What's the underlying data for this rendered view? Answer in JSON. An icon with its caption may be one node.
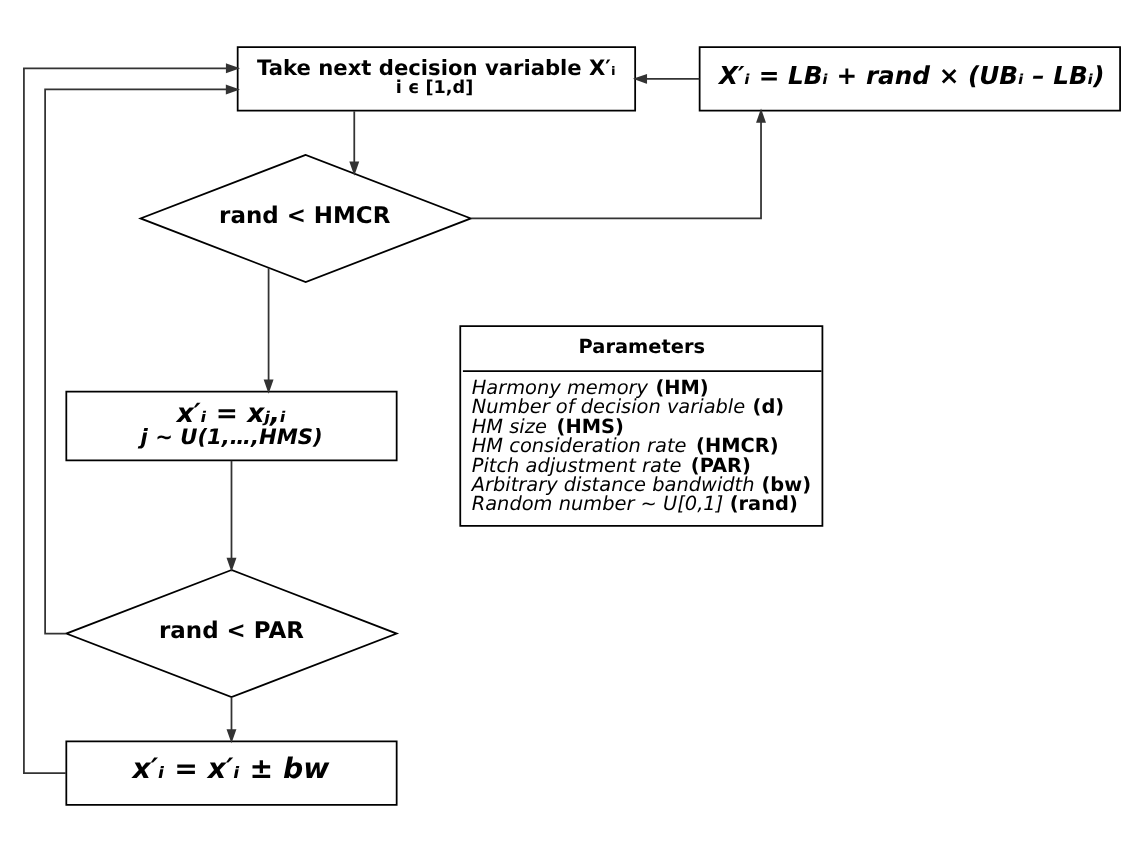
{
  "diagram": {
    "nodes": [
      {
        "text": [
          "Take next decision variable X′ᵢ",
          "i ϵ [1,d]"
        ]
      },
      {
        "text": [
          "X′ᵢ = LBᵢ + rand × (UBᵢ – LBᵢ)"
        ]
      },
      {
        "text": [
          "rand < HMCR"
        ]
      },
      {
        "text": [
          "x′ᵢ = xⱼ,ᵢ",
          "j ~ U(1,…,HMS)"
        ]
      },
      {
        "text": [
          "rand < PAR"
        ]
      },
      {
        "text": [
          "x′ᵢ = x′ᵢ ± bw"
        ]
      },
      {
        "text": [
          "Parameters",
          "*Harmony memory* **(HM)**",
          "*Number of decision variable* **(d)**",
          "*HM size* **(HMS)**",
          "*HM consideration rate* **(HMCR)**",
          "*Pitch adjustment rate* **(PAR)**",
          "*Arbitrary distance bandwidth* **(bw)**",
          "*Random number ~ U[0,1]* **(rand)**"
        ]
      }
    ],
    "edges": [
      {
        "from": 0,
        "to": 2,
        "arrow": "to"
      },
      {
        "from": 2,
        "to": 1,
        "arrow": "to"
      },
      {
        "from": 1,
        "to": 0,
        "arrow": "to"
      },
      {
        "from": 2,
        "to": 3,
        "arrow": "to"
      },
      {
        "from": 3,
        "to": 4,
        "arrow": "to"
      },
      {
        "from": 4,
        "to": 5,
        "arrow": "to"
      },
      {
        "from": 4,
        "to": 0,
        "arrow": "to"
      },
      {
        "from": 5,
        "to": 0,
        "arrow": "to"
      }
    ]
  }
}
